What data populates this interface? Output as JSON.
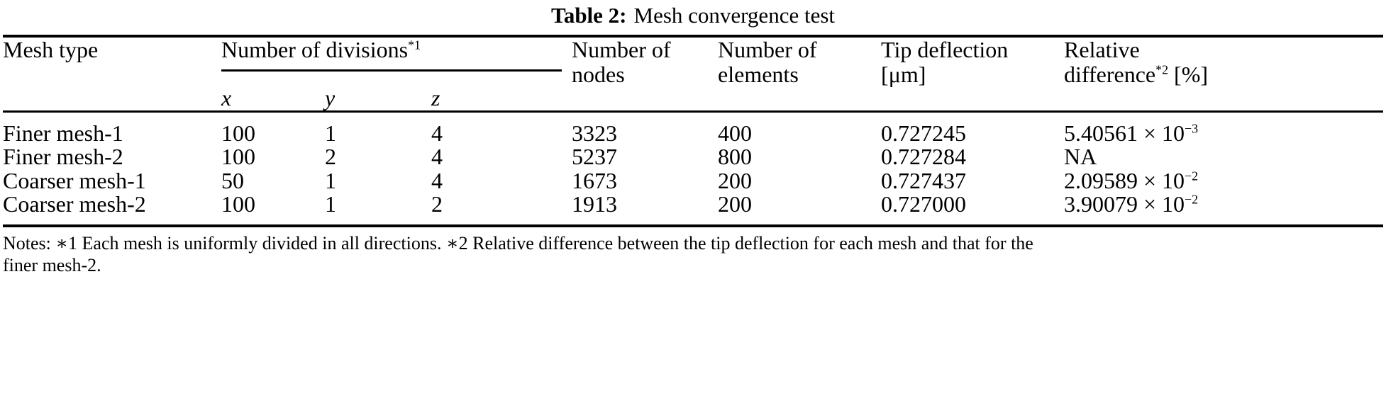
{
  "caption": {
    "label": "Table 2:",
    "text": "Mesh convergence test"
  },
  "table": {
    "headers": {
      "mesh_type": "Mesh type",
      "divisions_group": "Number of divisions",
      "divisions_group_note": "*1",
      "nodes_line1": "Number of",
      "nodes_line2": "nodes",
      "elements_line1": "Number of",
      "elements_line2": "elements",
      "tip_line1": "Tip deflection",
      "tip_line2": "[μm]",
      "relative_line1": "Relative",
      "relative_line2a": "difference",
      "relative_note": "*2",
      "relative_line2b": " [%]",
      "sub_x": "x",
      "sub_y": "y",
      "sub_z": "z"
    },
    "rows": [
      {
        "mesh_type": "Finer mesh-1",
        "x": "100",
        "y": "1",
        "z": "4",
        "nodes": "3323",
        "elements": "400",
        "tip_deflection": "0.727245",
        "rel_mantissa": "5.40561 × 10",
        "rel_exponent": "−3"
      },
      {
        "mesh_type": "Finer mesh-2",
        "x": "100",
        "y": "2",
        "z": "4",
        "nodes": "5237",
        "elements": "800",
        "tip_deflection": "0.727284",
        "rel_mantissa": "NA",
        "rel_exponent": ""
      },
      {
        "mesh_type": "Coarser mesh-1",
        "x": "50",
        "y": "1",
        "z": "4",
        "nodes": "1673",
        "elements": "200",
        "tip_deflection": "0.727437",
        "rel_mantissa": "2.09589 × 10",
        "rel_exponent": "−2"
      },
      {
        "mesh_type": "Coarser mesh-2",
        "x": "100",
        "y": "1",
        "z": "2",
        "nodes": "1913",
        "elements": "200",
        "tip_deflection": "0.727000",
        "rel_mantissa": "3.90079 × 10",
        "rel_exponent": "−2"
      }
    ]
  },
  "notes": {
    "line1": "Notes: ∗1 Each mesh is uniformly divided in all directions. ∗2 Relative difference between the tip deflection for each mesh and that for the",
    "line2": "finer mesh-2."
  }
}
